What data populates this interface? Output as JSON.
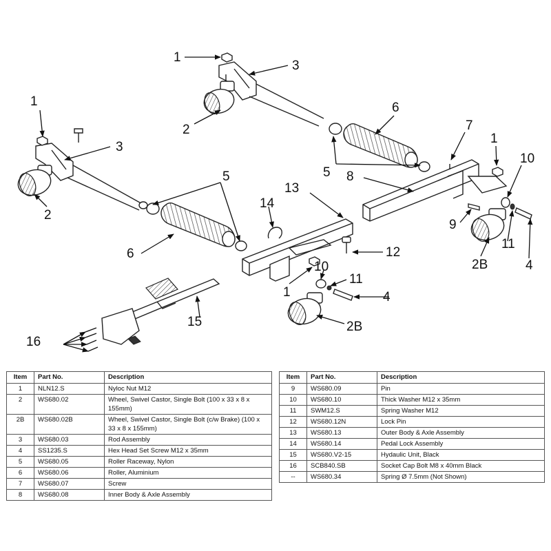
{
  "callouts": {
    "c1a": "1",
    "c3a": "3",
    "c2a": "2",
    "c1b": "1",
    "c3b": "3",
    "c2b": "2",
    "c6a": "6",
    "c7": "7",
    "c5a": "5",
    "c8": "8",
    "c1c": "1",
    "c10a": "10",
    "c9": "9",
    "c11a": "11",
    "c2Ba": "2B",
    "c4a": "4",
    "c5b": "5",
    "c6b": "6",
    "c13": "13",
    "c14": "14",
    "c12": "12",
    "c10b": "10",
    "c11b": "11",
    "c4b": "4",
    "c1d": "1",
    "c2Bb": "2B",
    "c15": "15",
    "c16": "16"
  },
  "table": {
    "headers": {
      "item": "Item",
      "part_no": "Part No.",
      "description": "Description"
    },
    "left_rows": [
      {
        "item": "1",
        "part_no": "NLN12.S",
        "description": "Nyloc Nut M12"
      },
      {
        "item": "2",
        "part_no": "WS680.02",
        "description": "Wheel, Swivel Castor, Single Bolt (100 x 33 x 8 x 155mm)"
      },
      {
        "item": "2B",
        "part_no": "WS680.02B",
        "description": "Wheel, Swivel Castor, Single Bolt (c/w Brake) (100 x 33 x 8 x 155mm)"
      },
      {
        "item": "3",
        "part_no": "WS680.03",
        "description": "Rod Assembly"
      },
      {
        "item": "4",
        "part_no": "SS1235.S",
        "description": "Hex Head Set Screw M12 x 35mm"
      },
      {
        "item": "5",
        "part_no": "WS680.05",
        "description": "Roller Raceway, Nylon"
      },
      {
        "item": "6",
        "part_no": "WS680.06",
        "description": "Roller, Aluminium"
      },
      {
        "item": "7",
        "part_no": "WS680.07",
        "description": "Screw"
      },
      {
        "item": "8",
        "part_no": "WS680.08",
        "description": "Inner Body & Axle Assembly"
      }
    ],
    "right_rows": [
      {
        "item": "9",
        "part_no": "WS680.09",
        "description": "Pin"
      },
      {
        "item": "10",
        "part_no": "WS680.10",
        "description": "Thick Washer M12 x 35mm"
      },
      {
        "item": "11",
        "part_no": "SWM12.S",
        "description": "Spring Washer M12"
      },
      {
        "item": "12",
        "part_no": "WS680.12N",
        "description": "Lock Pin"
      },
      {
        "item": "13",
        "part_no": "WS680.13",
        "description": "Outer Body & Axle Assembly"
      },
      {
        "item": "14",
        "part_no": "WS680.14",
        "description": "Pedal Lock Assembly"
      },
      {
        "item": "15",
        "part_no": "WS680.V2-15",
        "description": "Hydaulic Unit, Black"
      },
      {
        "item": "16",
        "part_no": "SCB840.SB",
        "description": "Socket Cap Bolt M8 x 40mm Black"
      },
      {
        "item": "--",
        "part_no": "WS680.34",
        "description": "Spring Ø 7.5mm (Not Shown)"
      }
    ]
  }
}
